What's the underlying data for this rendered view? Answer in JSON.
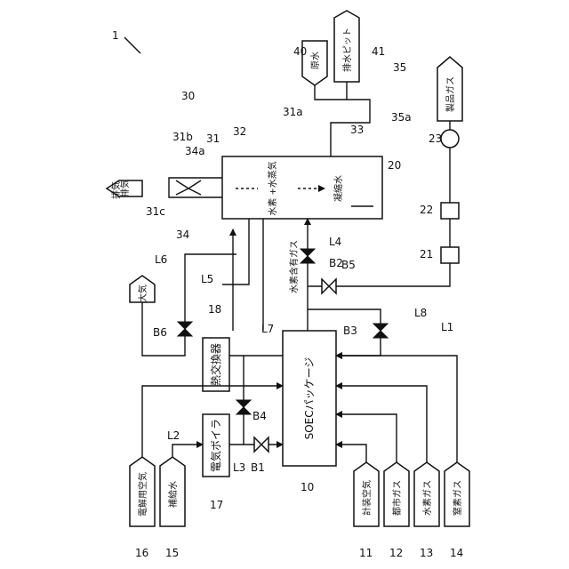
{
  "labels": {
    "fig_no": "1",
    "package": "SOECパッケージ",
    "package_no": "10",
    "boiler": "電気ボイラ",
    "boiler_no": "17",
    "hx": "熱交換器",
    "hx_no": "18",
    "air_atm": "大気",
    "feedwater": "補給水",
    "feedwater_no": "15",
    "elec_air": "電解用空気",
    "elec_air_no": "16",
    "instr_air": "計装空気",
    "instr_air_no": "11",
    "city_gas": "都市ガス",
    "city_gas_no": "12",
    "h2_gas": "水素ガス",
    "h2_gas_no": "13",
    "n2_gas": "窒素ガス",
    "n2_gas_no": "14",
    "raw_water": "原水",
    "raw_water_no": "40",
    "drain_pit": "排水ピット",
    "drain_pit_no": "41",
    "product_gas": "製品ガス",
    "exhaust": "排気",
    "h2_steam": "水素\n+水蒸気",
    "condensate": "凝縮水",
    "h2_containing_gas": "水素含有ガス",
    "n20": "20",
    "n21": "21",
    "n22": "22",
    "n23": "23",
    "n30": "30",
    "n31": "31",
    "n31a": "31a",
    "n31b": "31b",
    "n31c": "31c",
    "n32": "32",
    "n33": "33",
    "n34": "34",
    "n34a": "34a",
    "n35": "35",
    "n35a": "35a",
    "L1": "L1",
    "L2": "L2",
    "L3": "L3",
    "L4": "L4",
    "L5": "L5",
    "L6": "L6",
    "L7": "L7",
    "L8": "L8",
    "B1": "B1",
    "B2": "B2",
    "B3": "B3",
    "B4": "B4",
    "B5": "B5",
    "B6": "B6"
  }
}
